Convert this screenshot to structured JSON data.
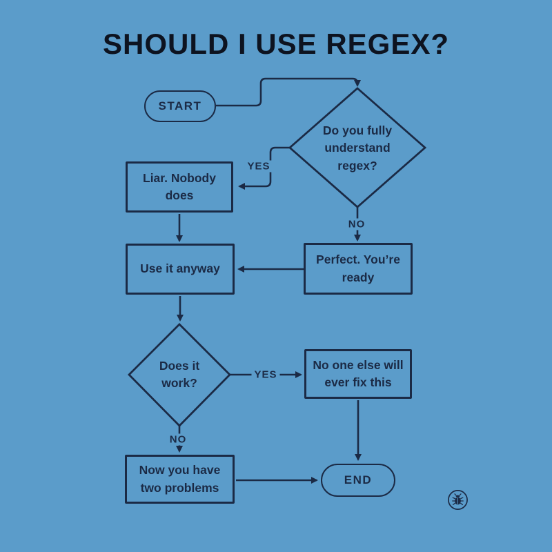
{
  "title": "SHOULD I USE REGEX?",
  "colors": {
    "background": "#5b9cca",
    "ink": "#1b2a45",
    "title_ink": "#0d1320"
  },
  "nodes": {
    "start": {
      "label": "START",
      "type": "terminator"
    },
    "understand": {
      "label": "Do you fully\nunderstand\nregex?",
      "type": "decision"
    },
    "liar": {
      "label": "Liar. Nobody\ndoes",
      "type": "process"
    },
    "perfect": {
      "label": "Perfect. You’re\nready",
      "type": "process"
    },
    "use_anyway": {
      "label": "Use it anyway",
      "type": "process"
    },
    "does_it_work": {
      "label": "Does it\nwork?",
      "type": "decision"
    },
    "no_one_else": {
      "label": "No one else will\never fix this",
      "type": "process"
    },
    "two_problems": {
      "label": "Now you have\ntwo problems",
      "type": "process"
    },
    "end": {
      "label": "END",
      "type": "terminator"
    }
  },
  "edge_labels": {
    "understand_yes": "YES",
    "understand_no": "NO",
    "work_yes": "YES",
    "work_no": "NO"
  },
  "footer": {
    "icon": "bug-logo-icon"
  }
}
